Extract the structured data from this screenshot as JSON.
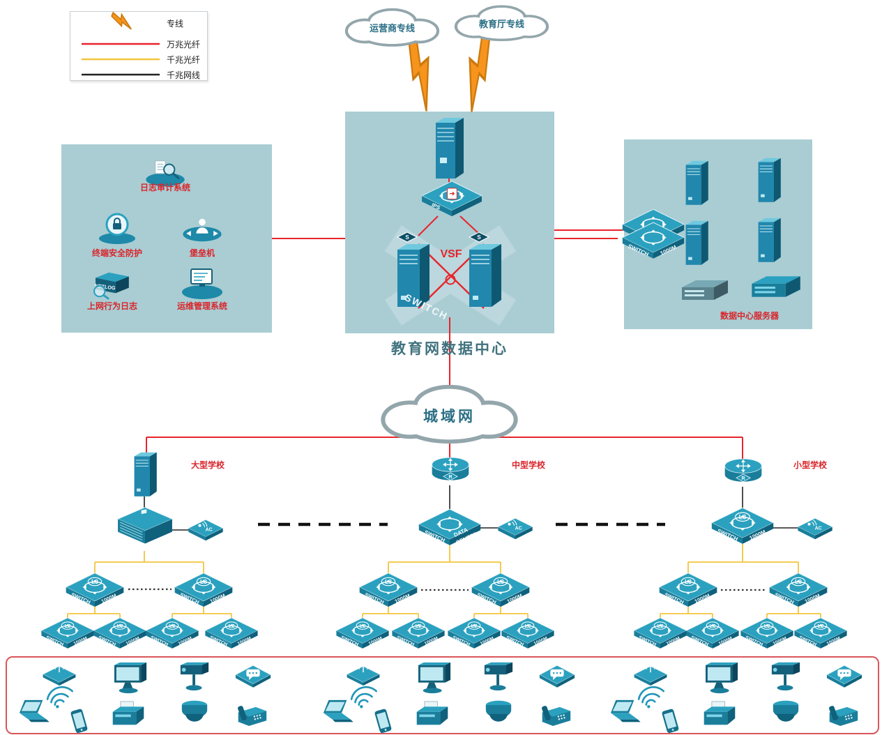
{
  "legend": {
    "items": [
      {
        "label": "专线"
      },
      {
        "label": "万兆光纤"
      },
      {
        "label": "千兆光纤"
      },
      {
        "label": "千兆网线"
      }
    ]
  },
  "clouds": {
    "carrier": "运营商专线",
    "edu": "教育厅专线",
    "man": "城域网"
  },
  "datacenter": {
    "title": "教育网数据中心",
    "vsf": "VSF",
    "switch_text": "SWITCH",
    "ips": "IPS",
    "server_badge": "S"
  },
  "security_zone": {
    "log_audit": "日志审计系统",
    "terminal_protect": "终端安全防护",
    "bastion": "堡垒机",
    "netlog": "NETLOG",
    "behavior_log": "上网行为日志",
    "ops_mgmt": "运维管理系统"
  },
  "server_zone": {
    "label": "数据中心服务器"
  },
  "labels": {
    "switch": "SWITCH",
    "m1000": "1000M",
    "l3": "L3",
    "l2": "L2",
    "ac": "AC",
    "r": "R",
    "data": "DATA",
    "center": "CENTER"
  },
  "schools": {
    "large": "大型学校",
    "medium": "中型学校",
    "small": "小型学校"
  },
  "colors": {
    "fiber_10g": "#e8232a",
    "fiber_1g": "#f3c53d",
    "cable_1g": "#222222",
    "panel": "#a9cdd3"
  }
}
